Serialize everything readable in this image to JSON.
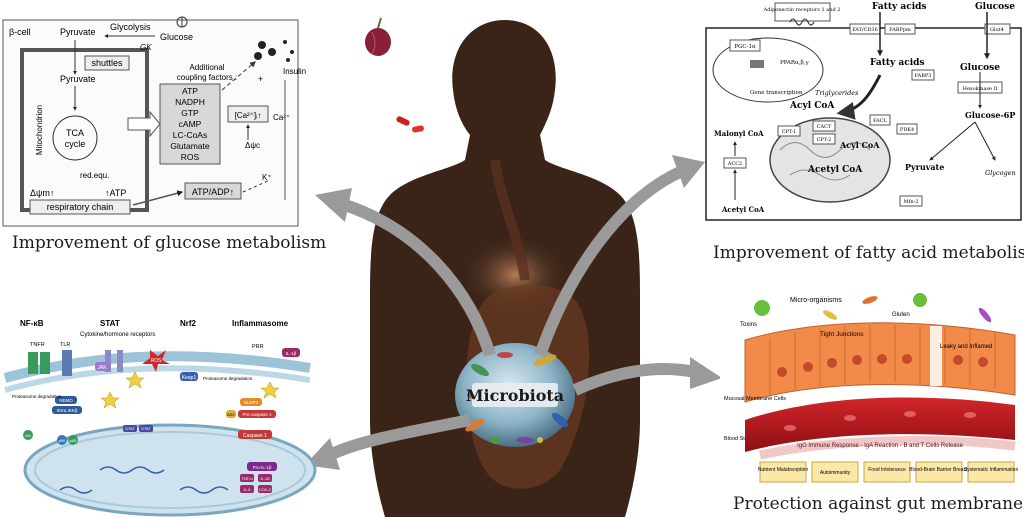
{
  "center": {
    "label": "Microbiota"
  },
  "panels": {
    "glucose": {
      "caption": "Improvement of glucose metabolism",
      "beta_cell": "β-cell",
      "pyruvate_top": "Pyruvate",
      "glycolysis": "Glycolysis",
      "glucose": "Glucose",
      "gk": "GK",
      "shuttles": "shuttles",
      "pyruvate_mid": "Pyruvate",
      "mitochondrion": "Mitochondrion",
      "tca_line1": "TCA",
      "tca_line2": "cycle",
      "red_equ": "red.equ.",
      "delta_psi_m": "Δψm↑",
      "atp_up": "↑ATP",
      "respiratory_chain": "respiratory chain",
      "insulin": "Insulin",
      "coupling_title_1": "Additional",
      "coupling_title_2": "coupling factors :",
      "coupling_factors": [
        "ATP",
        "NADPH",
        "GTP",
        "cAMP",
        "LC-CoAs",
        "Glutamate",
        "ROS"
      ],
      "ca_box": "[Ca²⁺]ᵢ↑",
      "ca_ext": "Ca²⁺",
      "delta_psi_c": "Δψc",
      "atp_adp": "ATP/ADP↑",
      "k_ion": "K⁺",
      "plus": "+"
    },
    "fatty_acid": {
      "caption": "Improvement of fatty acid metabolism",
      "fatty_acids_top": "Fatty acids",
      "glucose_top": "Glucose",
      "adiponectin": "Adiponectin receptors 1 and 2",
      "fat_cd36": "FAT/CD36",
      "fabppm": "FABPpm",
      "glut4": "Glut4",
      "pgc": "PGC-1α",
      "ppar": "PPARα,β,γ",
      "gene_transcription": "Gene transcription",
      "fatty_acids_mid": "Fatty acids",
      "fabp3": "FABP3",
      "glucose_mid": "Glucose",
      "hexokinase": "Hexokinase II",
      "triglycerides": "Triglycerides",
      "acyl_coa_1": "Acyl CoA",
      "malonyl": "Malonyl CoA",
      "cpt1": "CPT-1",
      "cact": "CACT",
      "cpt2": "CPT-2",
      "facl": "FACL",
      "glucose6p": "Glucose-6P",
      "acc2": "ACC2",
      "acyl_coa_2": "Acyl CoA",
      "acetyl_coa_in": "Acetyl CoA",
      "pdk4": "PDK4",
      "pyruvate": "Pyruvate",
      "glycogen": "Glycogen",
      "acetyl_coa_out": "Acetyl CoA",
      "mtr2": "Mfn-2"
    },
    "inflammation": {
      "nfkb": "NF-κB",
      "stat": "STAT",
      "cytokine": "Cytokine/hormone receptors",
      "nrf2": "Nrf2",
      "inflammasome": "Inflammasome",
      "tnfr": "TNFR",
      "tlr": "TLR",
      "prr": "PRR",
      "jak": "JAK",
      "ros": "ROS",
      "keap1": "Keap1",
      "nemo": "NEMO",
      "ikks": "IKKα  IKKβ",
      "proteasome_1": "Proteasome degradation",
      "proteasome_2": "Proteasome degradation",
      "nlrp3": "NLRP3",
      "pro_caspase": "Pro-caspase 1",
      "asc": "ASC",
      "caspase": "Caspase 1",
      "il1b": "IL-1β",
      "pro_il1b": "Pro-IL-1β",
      "tnfa": "TNF-α",
      "il18": "IL-18",
      "il6": "IL-6",
      "cox2": "COX-2",
      "ikb": "IκB",
      "p50": "p50",
      "p65": "p65",
      "stat_a": "STAT",
      "stat_b": "STAT"
    },
    "gut": {
      "caption": "Protection against gut membrane",
      "toxins": "Toxins",
      "micro_organisms": "Micro-organisms",
      "gluten": "Gluten",
      "tight_junctions": "Tight Junctions",
      "leaky": "Leaky and Inflamed",
      "mucosal": "Mucosal Membrane Cells",
      "blood": "Blood Stream",
      "response": "IgG Immune Response - IgA Reaction - B and T Cells Release",
      "outcomes": [
        "Nutrient Malabsorption",
        "Autoimmunity",
        "Food Intolerance",
        "Blood-Brain Barrier Breach",
        "Systematic Inflammation"
      ]
    }
  },
  "colors": {
    "silhouette": "#3a2418",
    "arrow": "#9a9a9a",
    "gut_cells": "#f28b4a",
    "blood": "#c2161d",
    "outcome_box": "#fbe8a6"
  }
}
